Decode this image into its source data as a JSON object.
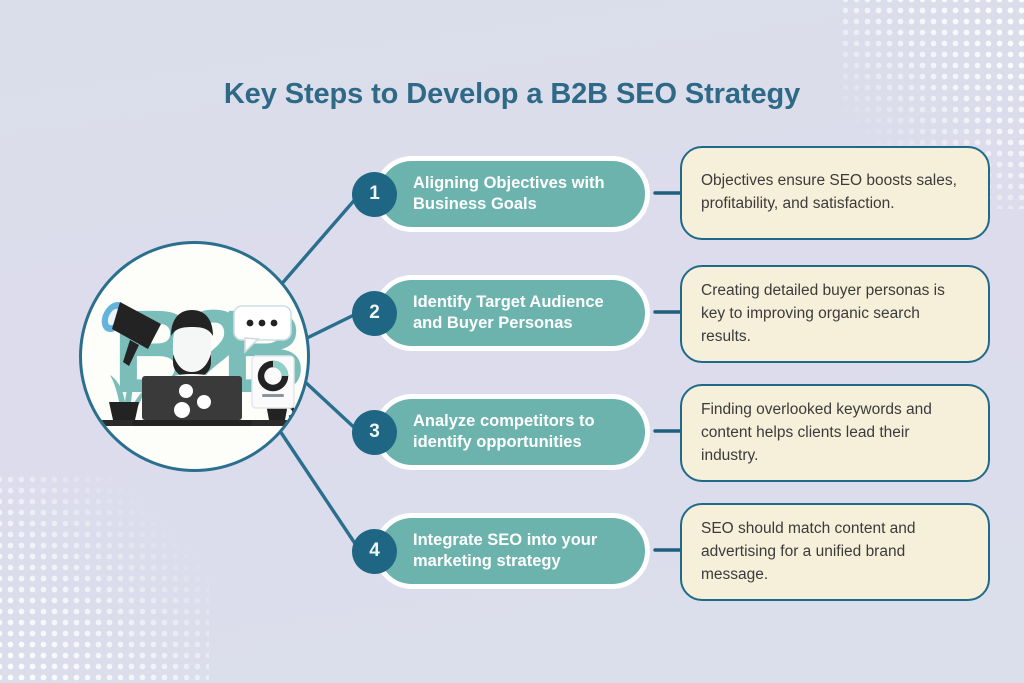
{
  "page": {
    "title": "Key Steps to Develop a B2B SEO Strategy",
    "background_color": "#dcdeec",
    "accent_teal": "#6cb3ae",
    "accent_dark_blue": "#1e6683",
    "cream_color": "#f6efd9",
    "title_color": "#2e6a87"
  },
  "illustration": {
    "name": "b2b-desk-illustration",
    "backdrop_text": "B2B",
    "elements": [
      "megaphone-icon",
      "speech-bubble-icon",
      "person-at-laptop-icon",
      "potted-plant-icon",
      "coffee-cup-icon",
      "donut-chart-card-icon"
    ]
  },
  "steps": [
    {
      "number": "1",
      "title": "Aligning Objectives with Business Goals",
      "description": "Objectives ensure SEO boosts sales, profitability, and satisfaction."
    },
    {
      "number": "2",
      "title": "Identify Target Audience and Buyer Personas",
      "description": "Creating detailed buyer personas is key to improving organic search results."
    },
    {
      "number": "3",
      "title": "Analyze competitors to identify opportunities",
      "description": "Finding overlooked keywords and content helps clients lead their industry."
    },
    {
      "number": "4",
      "title": "Integrate SEO into your marketing strategy",
      "description": "SEO should match content and advertising for a unified brand message."
    }
  ]
}
